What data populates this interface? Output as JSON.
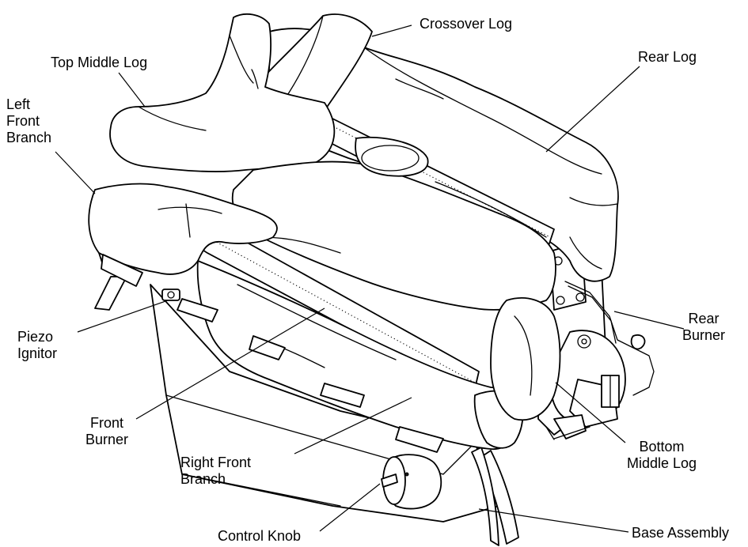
{
  "labels": {
    "crossover_log": "Crossover Log",
    "top_middle_log": "Top Middle Log",
    "rear_log": "Rear Log",
    "left_front_branch": [
      "Left",
      "Front",
      "Branch"
    ],
    "piezo_ignitor": [
      "Piezo",
      "Ignitor"
    ],
    "rear_burner": [
      "Rear",
      "Burner"
    ],
    "front_burner": [
      "Front",
      "Burner"
    ],
    "bottom_middle_log": [
      "Bottom",
      "Middle Log"
    ],
    "right_front_branch": [
      "Right Front",
      "Branch"
    ],
    "control_knob": "Control Knob",
    "base_assembly": "Base Assembly"
  }
}
